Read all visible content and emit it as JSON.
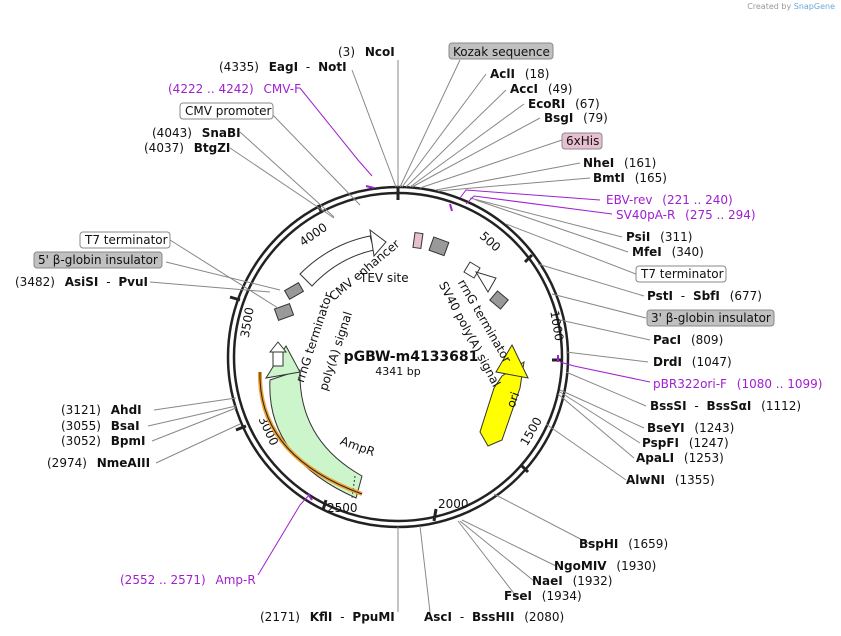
{
  "credit": {
    "prefix": "Created by",
    "brand": "SnapGene"
  },
  "plasmid": {
    "name": "pGBW-m4133681",
    "length": "4341 bp"
  },
  "ticks": [
    "500",
    "1000",
    "1500",
    "2000",
    "2500",
    "3000",
    "3500",
    "4000"
  ],
  "enzymes": {
    "ncoi": {
      "pos": "(3)",
      "name": "NcoI"
    },
    "eagi_noti": {
      "pos": "(4335)",
      "name": "EagI",
      "name2": "NotI"
    },
    "snabi": {
      "pos": "(4043)",
      "name": "SnaBI"
    },
    "btgzi": {
      "pos": "(4037)",
      "name": "BtgZI"
    },
    "asisi_pvui": {
      "pos": "(3482)",
      "name": "AsiSI",
      "name2": "PvuI"
    },
    "ahdi": {
      "pos": "(3121)",
      "name": "AhdI"
    },
    "bsai": {
      "pos": "(3055)",
      "name": "BsaI"
    },
    "bpmi": {
      "pos": "(3052)",
      "name": "BpmI"
    },
    "nmeaiii": {
      "pos": "(2974)",
      "name": "NmeAIII"
    },
    "kfli_ppumi": {
      "pos": "(2171)",
      "name": "KflI",
      "name2": "PpuMI"
    },
    "asci_bsshii": {
      "name": "AscI",
      "name2": "BssHII",
      "pos": "(2080)"
    },
    "fsei": {
      "name": "FseI",
      "pos": "(1934)"
    },
    "naei": {
      "name": "NaeI",
      "pos": "(1932)"
    },
    "ngomiv": {
      "name": "NgoMIV",
      "pos": "(1930)"
    },
    "bsphi": {
      "name": "BspHI",
      "pos": "(1659)"
    },
    "alwni": {
      "name": "AlwNI",
      "pos": "(1355)"
    },
    "apali": {
      "name": "ApaLI",
      "pos": "(1253)"
    },
    "pspfi": {
      "name": "PspFI",
      "pos": "(1247)"
    },
    "bseyi": {
      "name": "BseYI",
      "pos": "(1243)"
    },
    "bsssi": {
      "name": "BssSI",
      "name2": "BssSαI",
      "pos": "(1112)"
    },
    "drdi": {
      "name": "DrdI",
      "pos": "(1047)"
    },
    "paci": {
      "name": "PacI",
      "pos": "(809)"
    },
    "psti_sbfi": {
      "name": "PstI",
      "name2": "SbfI",
      "pos": "(677)"
    },
    "mfei": {
      "name": "MfeI",
      "pos": "(340)"
    },
    "psii": {
      "name": "PsiI",
      "pos": "(311)"
    },
    "bmti": {
      "name": "BmtI",
      "pos": "(165)"
    },
    "nhei": {
      "name": "NheI",
      "pos": "(161)"
    },
    "bsgi": {
      "name": "BsgI",
      "pos": "(79)"
    },
    "ecori": {
      "name": "EcoRI",
      "pos": "(67)"
    },
    "acci": {
      "name": "AccI",
      "pos": "(49)"
    },
    "acli": {
      "name": "AclI",
      "pos": "(18)"
    }
  },
  "primers": {
    "cmvf": {
      "range": "(4222 .. 4242)",
      "name": "CMV-F"
    },
    "ampr": {
      "range": "(2552 .. 2571)",
      "name": "Amp-R"
    },
    "ebvrev": {
      "name": "EBV-rev",
      "range": "(221 .. 240)"
    },
    "sv40par": {
      "name": "SV40pA-R",
      "range": "(275 .. 294)"
    },
    "pbr322": {
      "name": "pBR322ori-F",
      "range": "(1080 .. 1099)"
    }
  },
  "boxed_features": {
    "kozak": "Kozak sequence",
    "cmv_promoter": "CMV promoter",
    "t7_term_left": "T7 terminator",
    "globin_left": "5' β-globin insulator",
    "sixhis": "6xHis",
    "t7_term_right": "T7 terminator",
    "globin_right": "3' β-globin insulator"
  },
  "features": {
    "cmv_enhancer": "CMV enhancer",
    "tev_site": "TEV site",
    "sv40_polya": "SV40 poly(A) signal",
    "rrng_right": "rrnG terminator",
    "rrng_left": "rrnG terminator",
    "polya_left": "poly(A) signal",
    "ori": "ori",
    "ampr": "AmpR"
  },
  "colors": {
    "backbone": "#222222",
    "primer": "#a020d0",
    "ori": "#ffff00",
    "ampr": "#ccf5cc",
    "ampr_promoter": "#f0a030",
    "box_gray": "#c0c0c0",
    "box_pink": "#e8bfd0"
  }
}
